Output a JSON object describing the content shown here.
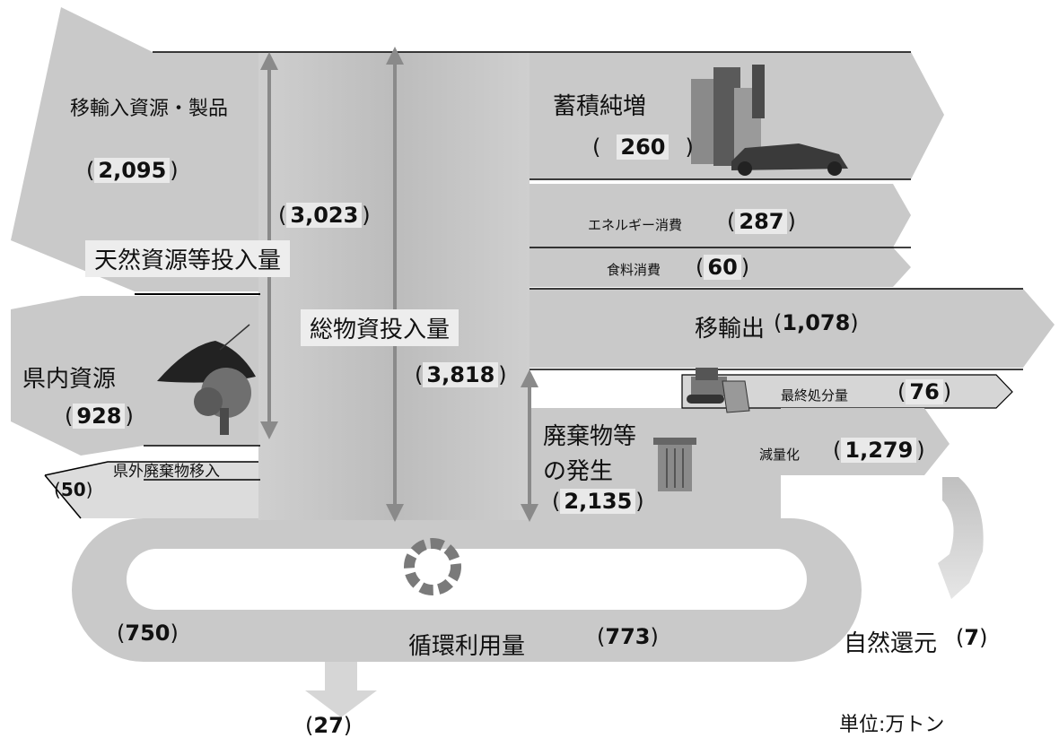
{
  "labels": {
    "imports": "移輸入資源・製品",
    "natural_input": "天然資源等投入量",
    "prefectural": "県内資源",
    "outside_waste": "県外廃棄物移入",
    "total_input": "総物資投入量",
    "accumulation": "蓄積純増",
    "energy": "エネルギー消費",
    "food": "食料消費",
    "exports": "移輸出",
    "final_disposal": "最終処分量",
    "waste_gen_line1": "廃棄物等",
    "waste_gen_line2": "の発生",
    "reduction": "減量化",
    "cycle": "循環利用量",
    "natural_return": "自然還元",
    "unit": "単位:万トン"
  },
  "values": {
    "imports": "2,095",
    "natural_input": "3,023",
    "prefectural": "928",
    "outside_waste": "50",
    "total_input": "3,818",
    "accumulation": "260",
    "energy": "287",
    "food": "60",
    "exports": "1,078",
    "final_disposal": "76",
    "waste_gen": "2,135",
    "reduction": "1,279",
    "cycle_left": "750",
    "cycle_right": "773",
    "natural_return": "7",
    "cycle_out": "27"
  },
  "colors": {
    "flow_fill": "#c9c9c9",
    "flow_light": "#dcdcdc",
    "line": "#000000",
    "arrow": "#8a8a8a"
  },
  "icons": [
    "buildings-car-icon",
    "soil-tree-icon",
    "bulldozer-icon",
    "trash-can-icon",
    "recycle-cycle-icon"
  ]
}
